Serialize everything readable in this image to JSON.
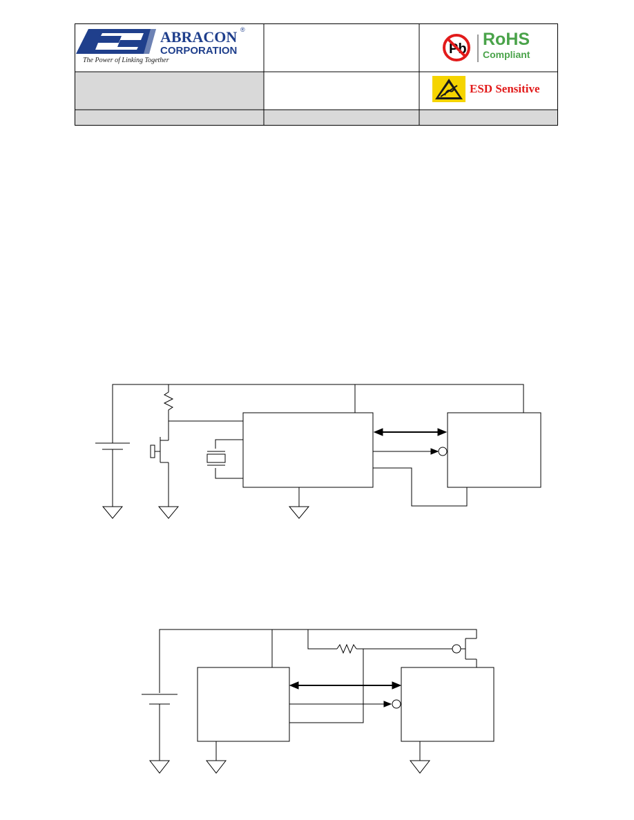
{
  "header": {
    "logo": {
      "name_line1": "ABRACON",
      "name_line2": "CORPORATION",
      "registered": "®",
      "tagline": "The Power of Linking Together"
    },
    "rohs": {
      "symbol": "Pb",
      "title": "RoHS",
      "subtitle": "Compliant"
    },
    "esd": {
      "label": "ESD Sensitive"
    },
    "colors": {
      "logo_blue": "#1f3f8c",
      "rohs_green": "#4aa34a",
      "esd_red": "#e21b1b",
      "esd_yellow": "#f5d400",
      "cell_gray": "#d9d9d9"
    }
  },
  "diagrams": {
    "figure1": {
      "components": [
        "battery",
        "pull-up-resistor",
        "push-button-switch",
        "crystal",
        "main-ic",
        "host-mcu",
        "ground-symbols"
      ]
    },
    "figure2": {
      "components": [
        "battery",
        "ic-left",
        "ic-right",
        "resistor",
        "switch",
        "ground-symbols"
      ]
    }
  }
}
